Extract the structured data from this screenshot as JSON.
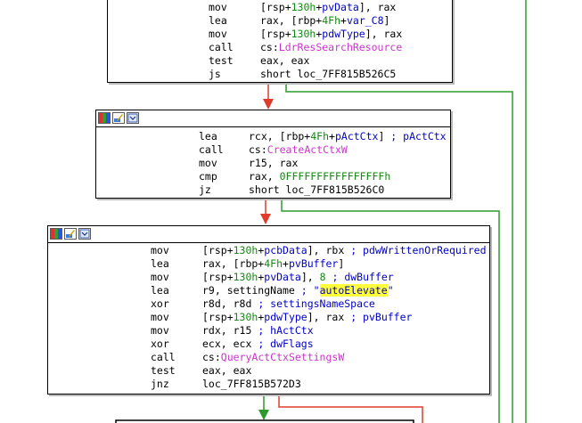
{
  "colors": {
    "api": "#cc33cc",
    "number": "#118811",
    "comment": "#0000c8",
    "string_highlight": "#ffff3a",
    "edge_false": "#2e9a2e",
    "edge_true": "#e03c2c",
    "edge_next": "#e03c2c"
  },
  "blocks": [
    {
      "id": "block1",
      "lines": [
        {
          "mnemonic": "mov",
          "operand": [
            {
              "t": "[rsp+",
              "c": "plain"
            },
            {
              "t": "130h",
              "c": "num"
            },
            {
              "t": "+",
              "c": "plain"
            },
            {
              "t": "pvData",
              "c": "var"
            },
            {
              "t": "], rax",
              "c": "plain"
            }
          ]
        },
        {
          "mnemonic": "lea",
          "operand": [
            {
              "t": "rax, [rbp+",
              "c": "plain"
            },
            {
              "t": "4Fh",
              "c": "num"
            },
            {
              "t": "+",
              "c": "plain"
            },
            {
              "t": "var_C8",
              "c": "var"
            },
            {
              "t": "]",
              "c": "plain"
            }
          ]
        },
        {
          "mnemonic": "mov",
          "operand": [
            {
              "t": "[rsp+",
              "c": "plain"
            },
            {
              "t": "130h",
              "c": "num"
            },
            {
              "t": "+",
              "c": "plain"
            },
            {
              "t": "pdwType",
              "c": "var"
            },
            {
              "t": "], rax",
              "c": "plain"
            }
          ]
        },
        {
          "mnemonic": "call",
          "operand": [
            {
              "t": "cs:",
              "c": "plain"
            },
            {
              "t": "LdrResSearchResource",
              "c": "api"
            }
          ]
        },
        {
          "mnemonic": "test",
          "operand": [
            {
              "t": "eax, eax",
              "c": "plain"
            }
          ]
        },
        {
          "mnemonic": "js",
          "operand": [
            {
              "t": "short loc_7FF815B526C5",
              "c": "plain"
            }
          ]
        }
      ]
    },
    {
      "id": "block2",
      "lines": [
        {
          "mnemonic": "lea",
          "operand": [
            {
              "t": "rcx, [rbp+",
              "c": "plain"
            },
            {
              "t": "4Fh",
              "c": "num"
            },
            {
              "t": "+",
              "c": "plain"
            },
            {
              "t": "pActCtx",
              "c": "var"
            },
            {
              "t": "] ",
              "c": "plain"
            },
            {
              "t": "; pActCtx",
              "c": "cmt"
            }
          ]
        },
        {
          "mnemonic": "call",
          "operand": [
            {
              "t": "cs:",
              "c": "plain"
            },
            {
              "t": "CreateActCtxW",
              "c": "api"
            }
          ]
        },
        {
          "mnemonic": "mov",
          "operand": [
            {
              "t": "r15, rax",
              "c": "plain"
            }
          ]
        },
        {
          "mnemonic": "cmp",
          "operand": [
            {
              "t": "rax, ",
              "c": "plain"
            },
            {
              "t": "0FFFFFFFFFFFFFFFFh",
              "c": "num"
            }
          ]
        },
        {
          "mnemonic": "jz",
          "operand": [
            {
              "t": "short loc_7FF815B526C0",
              "c": "plain"
            }
          ]
        }
      ]
    },
    {
      "id": "block3",
      "lines": [
        {
          "mnemonic": "mov",
          "operand": [
            {
              "t": "[rsp+",
              "c": "plain"
            },
            {
              "t": "130h",
              "c": "num"
            },
            {
              "t": "+",
              "c": "plain"
            },
            {
              "t": "pcbData",
              "c": "var"
            },
            {
              "t": "], rbx ",
              "c": "plain"
            },
            {
              "t": "; pdwWrittenOrRequired",
              "c": "cmt"
            }
          ]
        },
        {
          "mnemonic": "lea",
          "operand": [
            {
              "t": "rax, [rbp+",
              "c": "plain"
            },
            {
              "t": "4Fh",
              "c": "num"
            },
            {
              "t": "+",
              "c": "plain"
            },
            {
              "t": "pvBuffer",
              "c": "var"
            },
            {
              "t": "]",
              "c": "plain"
            }
          ]
        },
        {
          "mnemonic": "mov",
          "operand": [
            {
              "t": "[rsp+",
              "c": "plain"
            },
            {
              "t": "130h",
              "c": "num"
            },
            {
              "t": "+",
              "c": "plain"
            },
            {
              "t": "pvData",
              "c": "var"
            },
            {
              "t": "], ",
              "c": "plain"
            },
            {
              "t": "8",
              "c": "num"
            },
            {
              "t": " ",
              "c": "plain"
            },
            {
              "t": "; dwBuffer",
              "c": "cmt"
            }
          ]
        },
        {
          "mnemonic": "lea",
          "operand": [
            {
              "t": "r9, settingName ",
              "c": "plain"
            },
            {
              "t": "; \"",
              "c": "cmt"
            },
            {
              "t": "autoElevate",
              "c": "str"
            },
            {
              "t": "\"",
              "c": "cmt"
            }
          ]
        },
        {
          "mnemonic": "xor",
          "operand": [
            {
              "t": "r8d, r8d ",
              "c": "plain"
            },
            {
              "t": "; settingsNameSpace",
              "c": "cmt"
            }
          ]
        },
        {
          "mnemonic": "mov",
          "operand": [
            {
              "t": "[rsp+",
              "c": "plain"
            },
            {
              "t": "130h",
              "c": "num"
            },
            {
              "t": "+",
              "c": "plain"
            },
            {
              "t": "pdwType",
              "c": "var"
            },
            {
              "t": "], rax ",
              "c": "plain"
            },
            {
              "t": "; pvBuffer",
              "c": "cmt"
            }
          ]
        },
        {
          "mnemonic": "mov",
          "operand": [
            {
              "t": "rdx, r15 ",
              "c": "plain"
            },
            {
              "t": "; hActCtx",
              "c": "cmt"
            }
          ]
        },
        {
          "mnemonic": "xor",
          "operand": [
            {
              "t": "ecx, ecx ",
              "c": "plain"
            },
            {
              "t": "; dwFlags",
              "c": "cmt"
            }
          ]
        },
        {
          "mnemonic": "call",
          "operand": [
            {
              "t": "cs:",
              "c": "plain"
            },
            {
              "t": "QueryActCtxSettingsW",
              "c": "api"
            }
          ]
        },
        {
          "mnemonic": "test",
          "operand": [
            {
              "t": "eax, eax",
              "c": "plain"
            }
          ]
        },
        {
          "mnemonic": "jnz",
          "operand": [
            {
              "t": "loc_7FF815B572D3",
              "c": "plain"
            }
          ]
        }
      ]
    }
  ],
  "title_icons": [
    "color-palette-icon",
    "edit-node-icon",
    "graph-layout-icon"
  ]
}
